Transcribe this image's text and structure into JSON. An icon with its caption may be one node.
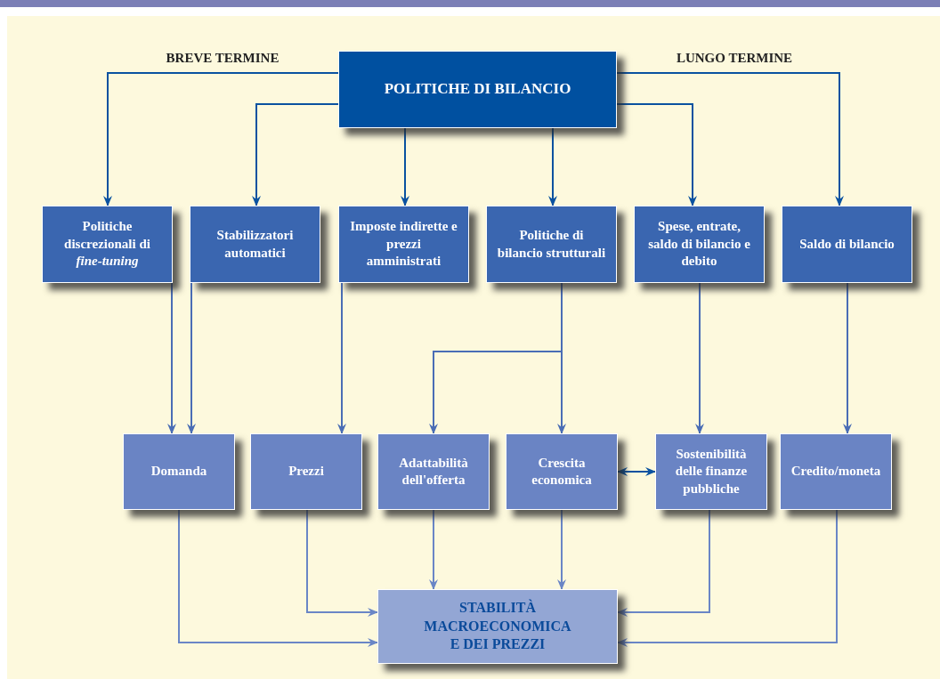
{
  "diagram": {
    "nodes": [
      {
        "text": [
          "POLITICHE DI BILANCIO"
        ]
      },
      {
        "text": [
          "Politiche discrezionali di *fine-tuning*"
        ]
      },
      {
        "text": [
          "Stabilizzatori automatici"
        ]
      },
      {
        "text": [
          "Imposte indirette e prezzi amministrati"
        ]
      },
      {
        "text": [
          "Politiche di bilancio strutturali"
        ]
      },
      {
        "text": [
          "Spese, entrate, saldo di bilancio e debito"
        ]
      },
      {
        "text": [
          "Saldo di bilancio"
        ]
      },
      {
        "text": [
          "Domanda"
        ]
      },
      {
        "text": [
          "Prezzi"
        ]
      },
      {
        "text": [
          "Adattabilità dell'offerta"
        ]
      },
      {
        "text": [
          "Crescita economica"
        ]
      },
      {
        "text": [
          "Sostenibilità delle finanze pubbliche"
        ]
      },
      {
        "text": [
          "Credito/moneta"
        ]
      },
      {
        "text": [
          "STABILITÀ MACROECONOMICA E DEI PREZZI"
        ]
      }
    ],
    "edges": [
      {
        "from": 0,
        "to": 1,
        "arrow": "to"
      },
      {
        "from": 0,
        "to": 2,
        "arrow": "to"
      },
      {
        "from": 0,
        "to": 3,
        "arrow": "to"
      },
      {
        "from": 0,
        "to": 4,
        "arrow": "to"
      },
      {
        "from": 0,
        "to": 5,
        "arrow": "to"
      },
      {
        "from": 0,
        "to": 6,
        "arrow": "to"
      },
      {
        "from": 1,
        "to": 7,
        "arrow": "to",
        "color": "#4a6db5"
      },
      {
        "from": 2,
        "to": 7,
        "arrow": "to",
        "color": "#4a6db5"
      },
      {
        "from": 3,
        "to": 8,
        "arrow": "to",
        "color": "#4a6db5"
      },
      {
        "from": 4,
        "to": 9,
        "arrow": "to",
        "color": "#4a6db5"
      },
      {
        "from": 4,
        "to": 10,
        "arrow": "to",
        "color": "#4a6db5"
      },
      {
        "from": 5,
        "to": 11,
        "arrow": "to",
        "color": "#4a6db5"
      },
      {
        "from": 6,
        "to": 12,
        "arrow": "to",
        "color": "#4a6db5"
      },
      {
        "from": 10,
        "to": 11,
        "arrow": "both"
      },
      {
        "from": 7,
        "to": 13,
        "arrow": "to",
        "color": "#6a86c6"
      },
      {
        "from": 8,
        "to": 13,
        "arrow": "to",
        "color": "#6a86c6"
      },
      {
        "from": 9,
        "to": 13,
        "arrow": "to",
        "color": "#6a86c6"
      },
      {
        "from": 10,
        "to": 13,
        "arrow": "to",
        "color": "#6a86c6"
      },
      {
        "from": 11,
        "to": 13,
        "arrow": "to",
        "color": "#6a86c6"
      },
      {
        "from": 12,
        "to": 13,
        "arrow": "to",
        "color": "#6a86c6"
      }
    ],
    "labels": [
      "BREVE TERMINE",
      "LUNGO TERMINE"
    ]
  }
}
